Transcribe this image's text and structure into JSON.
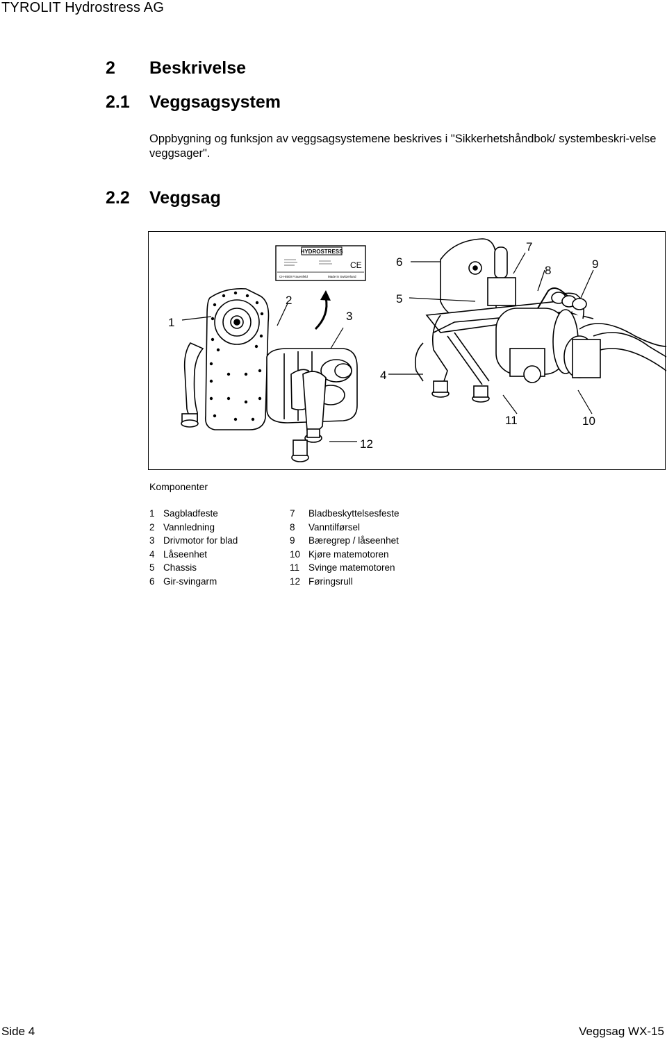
{
  "header": {
    "brand": "TYROLIT Hydrostress AG"
  },
  "section": {
    "number": "2",
    "title": "Beskrivelse"
  },
  "subsection_1": {
    "number": "2.1",
    "title": "Veggsagsystem",
    "text": "Oppbygning og funksjon av veggsagsystemene beskrives i \"Sikkerhetshåndbok/ systembeskri-velse veggsager\"."
  },
  "subsection_2": {
    "number": "2.2",
    "title": "Veggsag"
  },
  "figure": {
    "plate": {
      "brand": "HYDROSTRESS",
      "mark": "CE",
      "left_text": "CH-8500 Frauenfeld",
      "right_text": "Made in Switzerland"
    },
    "callouts": [
      "1",
      "2",
      "3",
      "4",
      "5",
      "6",
      "7",
      "8",
      "9",
      "10",
      "11",
      "12"
    ]
  },
  "components": {
    "title": "Komponenter",
    "items": [
      {
        "n": "1",
        "label": "Sagbladfeste"
      },
      {
        "n": "2",
        "label": "Vannledning"
      },
      {
        "n": "3",
        "label": "Drivmotor for blad"
      },
      {
        "n": "4",
        "label": "Låseenhet"
      },
      {
        "n": "5",
        "label": "Chassis"
      },
      {
        "n": "6",
        "label": "Gir-svingarm"
      },
      {
        "n": "7",
        "label": "Bladbeskyttelsesfeste"
      },
      {
        "n": "8",
        "label": "Vanntilførsel"
      },
      {
        "n": "9",
        "label": "Bæregrep / låseenhet"
      },
      {
        "n": "10",
        "label": "Kjøre matemotoren"
      },
      {
        "n": "11",
        "label": "Svinge matemotoren"
      },
      {
        "n": "12",
        "label": "Føringsrull"
      }
    ]
  },
  "footer": {
    "left": "Side 4",
    "right": "Veggsag WX-15"
  }
}
